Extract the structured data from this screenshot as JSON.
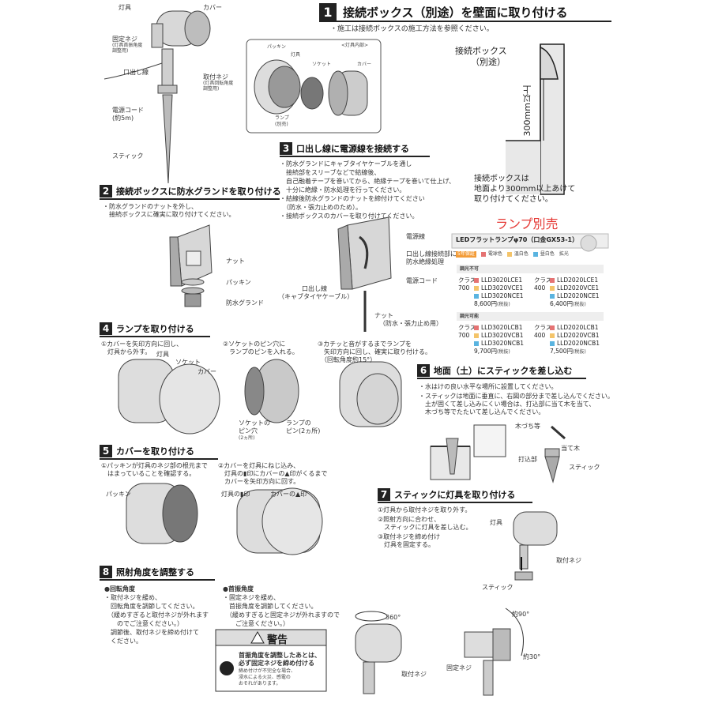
{
  "fixture_labels": {
    "lamp_body": "灯具",
    "cover": "カバー",
    "fixing_screw": "固定ネジ",
    "fixing_screw_note1": "(灯具首振角度",
    "fixing_screw_note2": "調整用)",
    "lead_wire": "口出し線",
    "mount_screw": "取付ネジ",
    "mount_screw_note1": "(灯具回転角度",
    "mount_screw_note2": "調整用)",
    "power_cord": "電源コード",
    "power_cord_len": "(約5m)",
    "stick": "スティック"
  },
  "inner": {
    "title": "<灯具内部>",
    "packing": "パッキン",
    "lamp_body": "灯具",
    "socket": "ソケット",
    "cover": "カバー",
    "lamp": "ランプ",
    "lamp_note": "(別売)"
  },
  "s1": {
    "num": "1",
    "title": "接続ボックス（別途）を壁面に取り付ける",
    "note": "・施工は接続ボックスの施工方法を参照ください。",
    "box_label1": "接続ボックス",
    "box_label2": "（別途）",
    "height_label": "300mm以上",
    "desc1": "接続ボックスは",
    "desc2": "地面より300mm以上あけて",
    "desc3": "取り付けてください。"
  },
  "s2": {
    "num": "2",
    "title": "接続ボックスに防水グランドを取り付ける",
    "note1": "・防水グランドのナットを外し、",
    "note2": "　接続ボックスに確実に取り付けてください。",
    "nut": "ナット",
    "packing": "パッキン",
    "gland": "防水グランド"
  },
  "s3": {
    "num": "3",
    "title": "口出し線に電源線を接続する",
    "lines": [
      "・防水グランドにキャブタイヤケーブルを通し",
      "　接続部をスリーブなどで結線後、",
      "　自己融着テープを巻いてから、絶縁テープを巻いて仕上げ、",
      "　十分に絶縁・防水処理を行ってください。",
      "・結線後防水グランドのナットを締付けてください",
      "　（防水・張力止めのため）。",
      "・接続ボックスのカバーを取り付けてください。"
    ],
    "power_line": "電源線",
    "insulation1": "口出し線接続部に",
    "insulation2": "防水絶縁処理",
    "power_cord": "電源コード",
    "lead1": "口出し線",
    "lead2": "（キャブタイヤケーブル）",
    "nut1": "ナット",
    "nut2": "（防水・張力止め用）"
  },
  "lamp_sale": {
    "title": "ランプ別売",
    "product": "LEDフラットランプφ70（口金GX53-1）",
    "badge_warranty": "5年保証",
    "legend_l": "電球色",
    "legend_v": "温白色",
    "legend_n": "昼白色",
    "legend_diffuse": "拡光",
    "nondim_label": "調光不可",
    "dim_label": "調光可能",
    "class_word": "クラス",
    "nondim_700": "700",
    "nondim_400": "400",
    "nondim_700_items": [
      "LLD3020LCE1",
      "LLD3020VCE1",
      "LLD3020NCE1"
    ],
    "nondim_400_items": [
      "LLD2020LCE1",
      "LLD2020VCE1",
      "LLD2020NCE1"
    ],
    "nondim_700_price": "8,600円",
    "nondim_400_price": "6,400円",
    "dim_700": "700",
    "dim_400": "400",
    "dim_700_items": [
      "LLD3020LCB1",
      "LLD3020VCB1",
      "LLD3020NCB1"
    ],
    "dim_400_items": [
      "LLD2020LCB1",
      "LLD2020VCB1",
      "LLD2020NCB1"
    ],
    "dim_700_price": "9,700円",
    "dim_400_price": "7,500円",
    "tax": "(税抜)",
    "colors": {
      "L": "#e57373",
      "V": "#f4c46a",
      "N": "#5ab4e0"
    }
  },
  "s4": {
    "num": "4",
    "title": "ランプを取り付ける",
    "step1a": "①カバーを矢印方向に回し、",
    "step1b": "　灯具から外す。",
    "step2a": "②ソケットのピン穴に",
    "step2b": "　ランプのピンを入れる。",
    "step3a": "③カチッと音がするまでランプを",
    "step3b": "　矢印方向に回し、確実に取り付ける。",
    "step3c": "　（回転角度約15°）",
    "lamp_body": "灯具",
    "socket": "ソケット",
    "cover": "カバー",
    "socket_pin1": "ソケットの",
    "socket_pin2": "ピン穴",
    "socket_pin3": "(2ヵ所)",
    "lamp_pin1": "ランプの",
    "lamp_pin2": "ピン(2ヵ所)"
  },
  "s5": {
    "num": "5",
    "title": "カバーを取り付ける",
    "step1a": "①パッキンが灯具のネジ部の根元まで",
    "step1b": "　はまっていることを確認する。",
    "step2a": "②カバーを灯具にねじ込み、",
    "step2b": "　灯具の▮印にカバーの▲印がくるまで",
    "step2c": "　カバーを矢印方向に回す。",
    "packing": "パッキン",
    "mark_body": "灯具の▮印",
    "mark_cover": "カバーの▲印"
  },
  "s6": {
    "num": "6",
    "title": "地面（土）にスティックを差し込む",
    "l1": "・水はけの良い水平な場所に設置してください。",
    "l2": "・スティックは地面に垂直に、右図の部分まで差し込んでください。",
    "l3": "　土が固くて差し込みにくい場合は、打込部に当て木を当て、",
    "l4": "　木づち等でたたいて差し込んでください。",
    "mallet": "木づち等",
    "block": "当て木",
    "strike": "打込部",
    "stick": "スティック"
  },
  "s7": {
    "num": "7",
    "title": "スティックに灯具を取り付ける",
    "l1": "①灯具から取付ネジを取り外す。",
    "l2": "②照射方向に合わせ、",
    "l3": "　スティックに灯具を差し込む。",
    "l4": "③取付ネジを締め付け",
    "l5": "　灯具を固定する。",
    "lamp_body": "灯具",
    "mount_screw": "取付ネジ",
    "stick": "スティック"
  },
  "s8": {
    "num": "8",
    "title": "照射角度を調整する",
    "rot_head": "●回転角度",
    "rot_lines": [
      "・取付ネジを緩め、",
      "　回転角度を調節してください。",
      "　（緩めすぎると取付ネジが外れます",
      "　　のでご注意ください。）",
      "　調節後、取付ネジを締め付けて",
      "　ください。"
    ],
    "tilt_head": "●首振角度",
    "tilt_lines": [
      "・固定ネジを緩め、",
      "　首振角度を調節してください。",
      "　（緩めすぎると固定ネジが外れますので",
      "　　ご注意ください。）"
    ],
    "rot_deg": "360°",
    "mount_screw": "取付ネジ",
    "fix_screw": "固定ネジ",
    "up_deg": "約90°",
    "down_deg": "約30°",
    "warn_title": "警告",
    "warn_bold1": "首振角度を調整したあとは、",
    "warn_bold2": "必ず固定ネジを締め付ける",
    "warn_l1": "締め付けが不完全な場合、",
    "warn_l2": "浸水による火災、感電の",
    "warn_l3": "おそれがあります。"
  }
}
